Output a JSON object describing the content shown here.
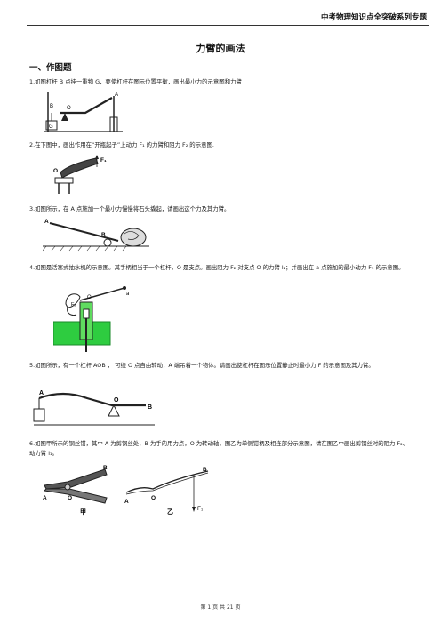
{
  "header": {
    "series_title": "中考物理知识点全突破系列专题"
  },
  "document": {
    "title": "力臂的画法",
    "section_title": "一、作图题"
  },
  "questions": [
    {
      "text": "1.如图杠杆 B 点挂一重物 G，要使杠杆在图示位置平衡，画出最小力的示意图和力臂"
    },
    {
      "text": "2.在下图中，画出作用在“开瓶起子”上动力 F₁ 的力臂和阻力 F₂ 的示意图."
    },
    {
      "text": "3.如图所示，在 A 点施加一个最小力慢慢将石头撬起，请画出这个力及其力臂。"
    },
    {
      "text": "4.如图是活塞式抽水机的示意图。其手柄相当于一个杠杆，O 是支点。画出阻力 F₂ 对支点 O 的力臂 l₂；并画出在 a 点施加的最小动力 F₁ 的示意图。"
    },
    {
      "text": "5.如图所示，有一个杠杆 AOB ， 可绕 O 点自由转动，A 端吊着一个物体。请画出使杠杆在图示位置静止时最小力 F 的示意图及其力臂。"
    },
    {
      "text": "6.如图甲所示的钢丝钳，其中 A 为剪钢丝处，B 为手的用力点，O 为转动轴，图乙为单侧钳柄及相连部分示意图，请在图乙中画出剪钢丝时的阻力 F₂、动力臂 l₁。"
    }
  ],
  "figure_labels": {
    "q1": {
      "a": "A",
      "b": "B",
      "o": "O",
      "g": "G"
    },
    "q2": {
      "o": "O",
      "f1": "F₁"
    },
    "q3": {
      "a": "A",
      "b": "B"
    },
    "q4": {
      "a": "a",
      "o": "O",
      "f2": "F₂"
    },
    "q5": {
      "a": "A",
      "o": "O",
      "b": "B"
    },
    "q6": {
      "b1": "B",
      "a1": "A",
      "o1": "O",
      "jia": "甲",
      "b2": "B",
      "a2": "A",
      "o2": "O",
      "yi": "乙",
      "f1": "F₁"
    }
  },
  "footer": {
    "page_text": "第 1 页 共 21 页"
  },
  "colors": {
    "water": "#2ecc40",
    "ink": "#222222"
  }
}
